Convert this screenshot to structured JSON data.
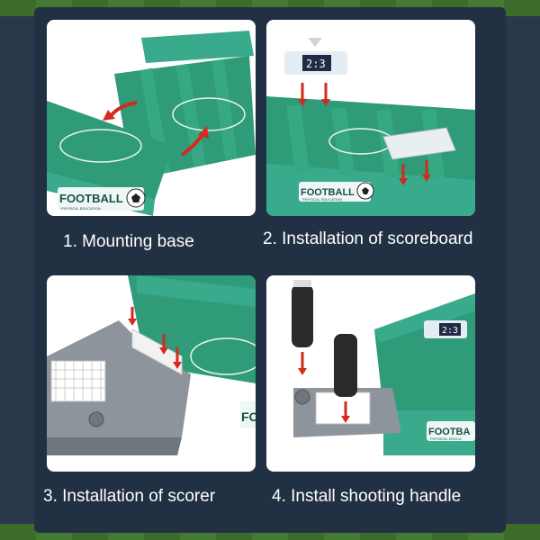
{
  "steps": [
    {
      "number": "1.",
      "text": "Mounting base"
    },
    {
      "number": "2.",
      "text": "Installation of scoreboard"
    },
    {
      "number": "3.",
      "text": "Installation of scorer"
    },
    {
      "number": "4.",
      "text": "Install shooting handle"
    }
  ],
  "captions": {
    "c1": "1. Mounting base",
    "c2": "2. Installation of scoreboard",
    "c3": "3. Installation of scorer",
    "c4": "4. Install shooting handle"
  },
  "product_logo": {
    "brand": "FOOTBALL",
    "subtitle": "PHYSICAL EDUCATION",
    "brand_partial_p3": "FO",
    "brand_partial_p4": "FOOTBA",
    "subtitle_partial_p4": "PHYSICAL EDUCA"
  },
  "scoreboard": {
    "display": "2:3"
  },
  "colors": {
    "background": "#29384a",
    "panel": "#ffffff",
    "field_green": "#2f9b78",
    "rail_teal": "#3aaa8c",
    "arrow_red": "#d42a1f",
    "plastic_gray": "#8d949c",
    "handle_black": "#2a2a2a"
  },
  "icons": [
    "soccer-ball-icon",
    "red-arrow-icon",
    "trophy-icon"
  ]
}
